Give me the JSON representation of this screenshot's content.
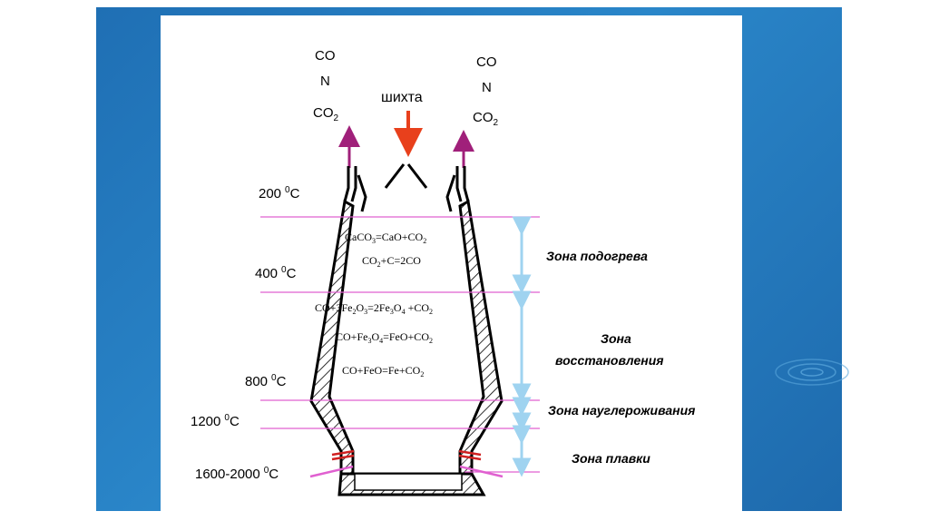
{
  "gases_left": {
    "line1": "CO",
    "line2": "N",
    "line3": "CO",
    "line3_sub": "2"
  },
  "gases_right": {
    "line1": "CO",
    "line2": "N",
    "line3": "CO",
    "line3_sub": "2"
  },
  "charge_label": "шихта",
  "temperatures": {
    "t200": "200",
    "t400": "400",
    "t800": "800",
    "t1200": "1200",
    "t1600": "1600-2000",
    "degree": "0",
    "unit": "C"
  },
  "reactions": {
    "r1": {
      "a": "CaCO",
      "a_sub": "3",
      "b": "=CaO+CO",
      "b_sub": "2"
    },
    "r2": {
      "a": "CO",
      "a_sub": "2",
      "b": "+C=2CO"
    },
    "r3": {
      "a": "CO+3Fe",
      "a_sub1": "2",
      "a2": "O",
      "a_sub2": "3",
      "b": "=2Fe",
      "b_sub1": "3",
      "b2": "O",
      "b_sub2": "4",
      "c": " +CO",
      "c_sub": "2"
    },
    "r4": {
      "a": "CO+Fe",
      "a_sub1": "3",
      "a2": "O",
      "a_sub2": "4",
      "b": "=FeO+CO",
      "b_sub": "2"
    },
    "r5": {
      "a": "CO+FeO=Fe+CO",
      "a_sub": "2"
    }
  },
  "zones": {
    "heating": "Зона подогрева",
    "reduction_line1": "Зона",
    "reduction_line2": "восстановления",
    "carburization": "Зона науглероживания",
    "melting": "Зона плавки"
  },
  "colors": {
    "frame": "#2a7fc4",
    "level_line": "#e060d0",
    "gas_arrow": "#a0207a",
    "charge_arrow": "#e8401c",
    "zone_arrow": "#9fd3f0",
    "tuyere": "#d02020"
  }
}
